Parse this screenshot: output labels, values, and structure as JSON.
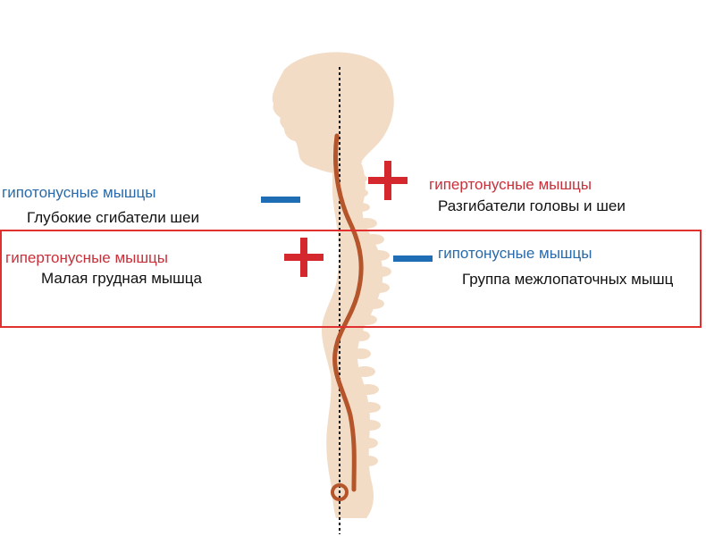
{
  "colors": {
    "hypotonic": "#2a6aa8",
    "hypertonic": "#c8303a",
    "plus_sign": "#d5282e",
    "minus_sign": "#1f6eb5",
    "spine_curve": "#b5552b",
    "silhouette": "#f3dcc6",
    "highlight_box": "#e03030"
  },
  "labels": {
    "neck_left_type": "гипотонусные мышцы",
    "neck_left_muscle": "Глубокие сгибатели шеи",
    "neck_right_type": "гипертонусные мышцы",
    "neck_right_muscle": "Разгибатели головы и шеи",
    "chest_left_type": "гипертонусные мышцы",
    "chest_left_muscle": "Малая грудная мышца",
    "chest_right_type": "гипотонусные мышцы",
    "chest_right_muscle": "Группа межлопаточных мышц"
  },
  "signs": {
    "neck_left": "minus",
    "neck_right": "plus",
    "chest_left": "plus",
    "chest_right": "minus"
  }
}
